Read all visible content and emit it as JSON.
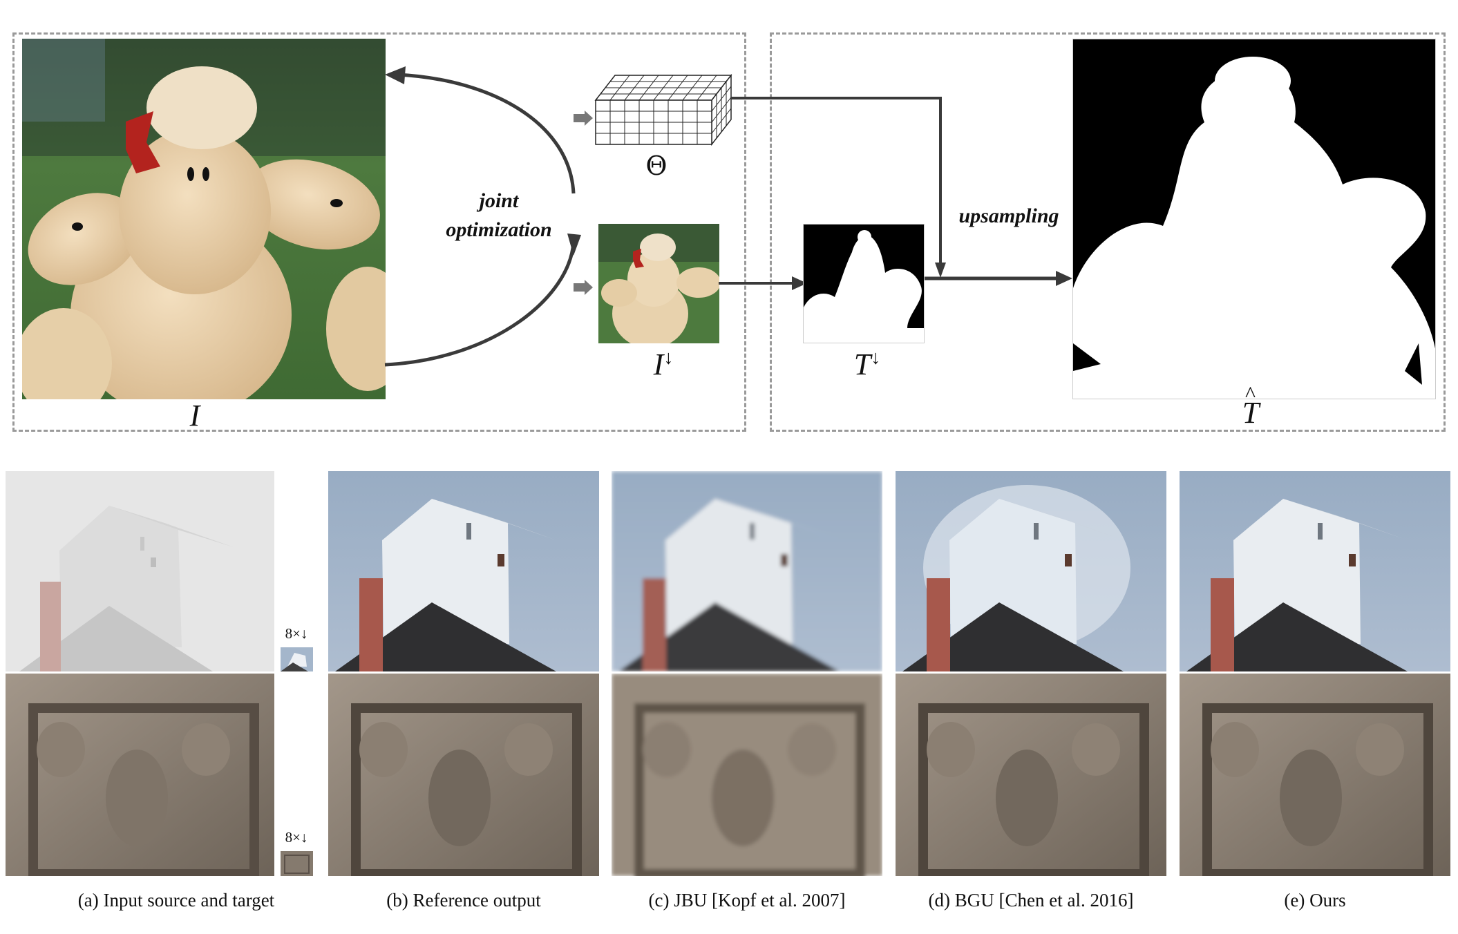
{
  "figure": {
    "top": {
      "labels": {
        "input": "I",
        "params": "Θ",
        "input_down": "I",
        "input_down_sup": "↓",
        "target_down": "T",
        "target_down_sup": "↓",
        "output": "T",
        "output_hat": "^"
      },
      "joint_optimization": [
        "joint",
        "optimization"
      ],
      "upsampling": "upsampling"
    },
    "bottom": {
      "downsample_label": "8×↓",
      "captions": [
        "(a)  Input source and target",
        "(b)  Reference output",
        "(c)  JBU [Kopf et al. 2007]",
        "(d)  BGU [Chen et al. 2016]",
        "(e)  Ours"
      ]
    }
  }
}
